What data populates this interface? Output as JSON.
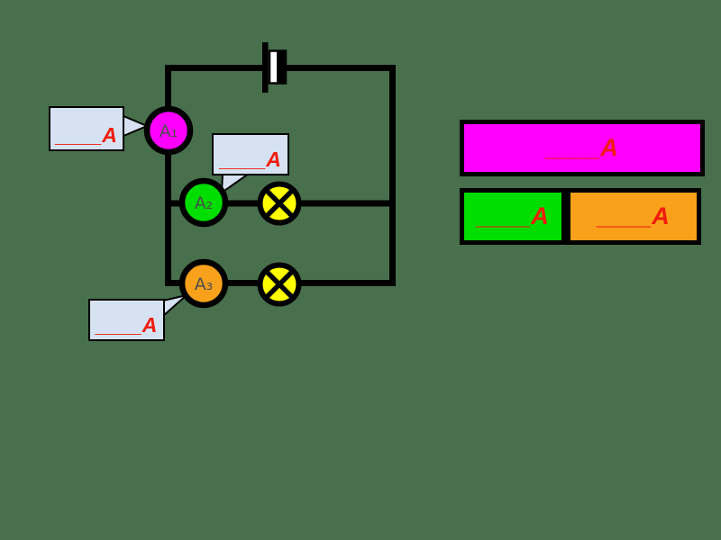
{
  "colors": {
    "background": "#48704d",
    "wire": "#000000",
    "ammeter1_fill": "#ff00ff",
    "ammeter2_fill": "#00dd00",
    "ammeter3_fill": "#f9a11b",
    "lamp_fill": "#ffff00",
    "callout_fill": "#d6e2f2",
    "red_text": "#f01c0c",
    "ammeter_label_text": "#4d4d4d",
    "bar_magenta": "#ff00ff",
    "bar_green": "#00dd00",
    "bar_orange": "#f9a11b"
  },
  "circuit": {
    "ammeters": [
      {
        "label": "A₁",
        "color": "#ff00ff"
      },
      {
        "label": "A₂",
        "color": "#00dd00"
      },
      {
        "label": "A₃",
        "color": "#f9a11b"
      }
    ],
    "callouts": [
      {
        "text": "____A"
      },
      {
        "text": "____A"
      },
      {
        "text": "____A"
      }
    ]
  },
  "bars": [
    {
      "name": "magenta",
      "text": "____A",
      "color": "#ff00ff"
    },
    {
      "name": "green",
      "text": "____A",
      "color": "#00dd00"
    },
    {
      "name": "orange",
      "text": "____A",
      "color": "#f9a11b"
    }
  ]
}
